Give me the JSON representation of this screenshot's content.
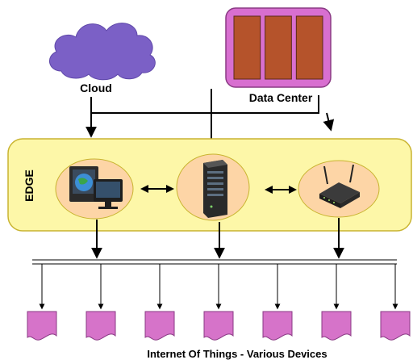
{
  "labels": {
    "cloud": "Cloud",
    "data_center": "Data Center",
    "edge": "EDGE",
    "caption": "Internet Of Things - Various Devices"
  },
  "nodes": {
    "cloud": {
      "shape": "cloud",
      "color": "#7B60C6"
    },
    "data_center": {
      "shape": "rack-box",
      "color": "#D86FD0",
      "slot_color": "#B5532B",
      "slot_count": 3
    },
    "edge_zone": {
      "color": "#FDF7A8",
      "border": "#C9B430"
    },
    "edge_devices": [
      {
        "name": "desktop-computer",
        "icon": "computer-icon"
      },
      {
        "name": "server",
        "icon": "server-icon"
      },
      {
        "name": "wireless-router",
        "icon": "router-icon"
      }
    ],
    "device_ellipse_color": "#FDD5A6",
    "iot_device_color": "#D673C9",
    "iot_device_count": 7
  }
}
